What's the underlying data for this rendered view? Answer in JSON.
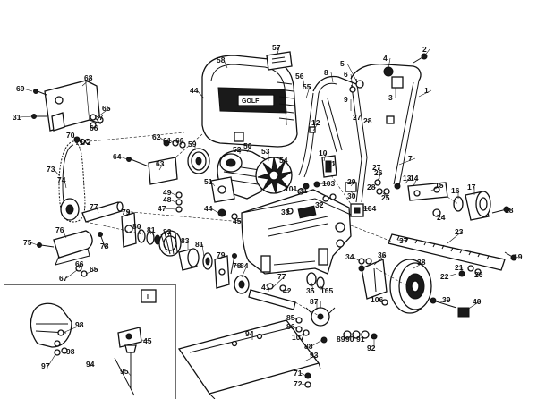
{
  "diagram": {
    "badge": "GOLF",
    "inset_badge": "I",
    "callouts": [
      {
        "id": "c1",
        "text": "1"
      },
      {
        "id": "c2",
        "text": "2"
      },
      {
        "id": "c3",
        "text": "3"
      },
      {
        "id": "c4",
        "text": "4"
      },
      {
        "id": "c5",
        "text": "5"
      },
      {
        "id": "c6",
        "text": "6"
      },
      {
        "id": "c7",
        "text": "7"
      },
      {
        "id": "c8",
        "text": "8"
      },
      {
        "id": "c9",
        "text": "9"
      },
      {
        "id": "c10",
        "text": "10"
      },
      {
        "id": "c11",
        "text": "11"
      },
      {
        "id": "c12",
        "text": "12"
      },
      {
        "id": "c13",
        "text": "13"
      },
      {
        "id": "c14",
        "text": "14"
      },
      {
        "id": "c15",
        "text": "15"
      },
      {
        "id": "c16",
        "text": "16"
      },
      {
        "id": "c17",
        "text": "17"
      },
      {
        "id": "c18",
        "text": "18"
      },
      {
        "id": "c19",
        "text": "19"
      },
      {
        "id": "c20",
        "text": "20"
      },
      {
        "id": "c21",
        "text": "21"
      },
      {
        "id": "c22",
        "text": "22"
      },
      {
        "id": "c23",
        "text": "23"
      },
      {
        "id": "c24",
        "text": "24"
      },
      {
        "id": "c25",
        "text": "25"
      },
      {
        "id": "c26",
        "text": "26"
      },
      {
        "id": "c27",
        "text": "27"
      },
      {
        "id": "c27b",
        "text": "27"
      },
      {
        "id": "c28",
        "text": "28"
      },
      {
        "id": "c28b",
        "text": "28"
      },
      {
        "id": "c29",
        "text": "29"
      },
      {
        "id": "c30",
        "text": "30"
      },
      {
        "id": "c31",
        "text": "31"
      },
      {
        "id": "c31b",
        "text": "31"
      },
      {
        "id": "c32",
        "text": "32"
      },
      {
        "id": "c33",
        "text": "33"
      },
      {
        "id": "c34",
        "text": "34"
      },
      {
        "id": "c35",
        "text": "35"
      },
      {
        "id": "c36",
        "text": "36"
      },
      {
        "id": "c37",
        "text": "37"
      },
      {
        "id": "c38",
        "text": "38"
      },
      {
        "id": "c39",
        "text": "39"
      },
      {
        "id": "c40",
        "text": "40"
      },
      {
        "id": "c41",
        "text": "41"
      },
      {
        "id": "c42",
        "text": "42"
      },
      {
        "id": "c44",
        "text": "44"
      },
      {
        "id": "c44b",
        "text": "44"
      },
      {
        "id": "c45",
        "text": "45"
      },
      {
        "id": "c45b",
        "text": "45"
      },
      {
        "id": "c47",
        "text": "47"
      },
      {
        "id": "c48",
        "text": "48"
      },
      {
        "id": "c49",
        "text": "49"
      },
      {
        "id": "c50",
        "text": "50"
      },
      {
        "id": "c51",
        "text": "51"
      },
      {
        "id": "c52",
        "text": "52"
      },
      {
        "id": "c53",
        "text": "53"
      },
      {
        "id": "c54",
        "text": "54"
      },
      {
        "id": "c55",
        "text": "55"
      },
      {
        "id": "c56",
        "text": "56"
      },
      {
        "id": "c57",
        "text": "57"
      },
      {
        "id": "c58",
        "text": "58"
      },
      {
        "id": "c59",
        "text": "59"
      },
      {
        "id": "c60",
        "text": "60"
      },
      {
        "id": "c61",
        "text": "61"
      },
      {
        "id": "c62",
        "text": "62"
      },
      {
        "id": "c63",
        "text": "63"
      },
      {
        "id": "c64",
        "text": "64"
      },
      {
        "id": "c65",
        "text": "65"
      },
      {
        "id": "c65b",
        "text": "65"
      },
      {
        "id": "c66",
        "text": "66"
      },
      {
        "id": "c66b",
        "text": "66"
      },
      {
        "id": "c67",
        "text": "67"
      },
      {
        "id": "c67b",
        "text": "67"
      },
      {
        "id": "c68",
        "text": "68"
      },
      {
        "id": "c69",
        "text": "69"
      },
      {
        "id": "c70",
        "text": "70"
      },
      {
        "id": "c71",
        "text": "71"
      },
      {
        "id": "c71b",
        "text": "71"
      },
      {
        "id": "c72",
        "text": "72"
      },
      {
        "id": "c72b",
        "text": "72"
      },
      {
        "id": "c73",
        "text": "73"
      },
      {
        "id": "c74",
        "text": "74"
      },
      {
        "id": "c75",
        "text": "75"
      },
      {
        "id": "c76",
        "text": "76"
      },
      {
        "id": "c77",
        "text": "77"
      },
      {
        "id": "c77b",
        "text": "77"
      },
      {
        "id": "c78",
        "text": "78"
      },
      {
        "id": "c78b",
        "text": "78"
      },
      {
        "id": "c79",
        "text": "79"
      },
      {
        "id": "c79b",
        "text": "79"
      },
      {
        "id": "c80",
        "text": "80"
      },
      {
        "id": "c81",
        "text": "81"
      },
      {
        "id": "c81b",
        "text": "81"
      },
      {
        "id": "c82",
        "text": "82"
      },
      {
        "id": "c83",
        "text": "83"
      },
      {
        "id": "c84",
        "text": "84"
      },
      {
        "id": "c85",
        "text": "85"
      },
      {
        "id": "c86",
        "text": "86"
      },
      {
        "id": "c87",
        "text": "87"
      },
      {
        "id": "c88",
        "text": "88"
      },
      {
        "id": "c89",
        "text": "89"
      },
      {
        "id": "c90",
        "text": "90"
      },
      {
        "id": "c91",
        "text": "91"
      },
      {
        "id": "c92",
        "text": "92"
      },
      {
        "id": "c93",
        "text": "93"
      },
      {
        "id": "c94",
        "text": "94"
      },
      {
        "id": "c94b",
        "text": "94"
      },
      {
        "id": "c95",
        "text": "95"
      },
      {
        "id": "c97",
        "text": "97"
      },
      {
        "id": "c98",
        "text": "98"
      },
      {
        "id": "c98b",
        "text": "98"
      },
      {
        "id": "c101",
        "text": "101"
      },
      {
        "id": "c103",
        "text": "103"
      },
      {
        "id": "c104",
        "text": "104"
      },
      {
        "id": "c105",
        "text": "105"
      },
      {
        "id": "c106",
        "text": "106"
      },
      {
        "id": "c107",
        "text": "107"
      }
    ]
  }
}
